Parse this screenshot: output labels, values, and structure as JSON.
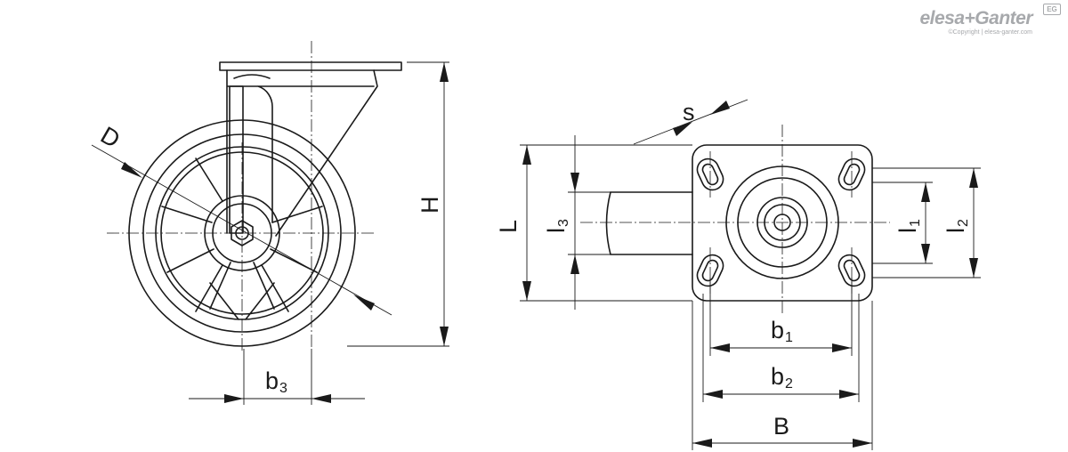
{
  "brand": {
    "name": "elesa+Ganter",
    "copyright": "©Copyright | elesa-ganter.com",
    "badge": "EG",
    "color": "#a7a9ac"
  },
  "dimensions": {
    "D": "D",
    "H": "H",
    "b3": {
      "main": "b",
      "sub": "3"
    },
    "s": "s",
    "L": "L",
    "l3": {
      "main": "l",
      "sub": "3"
    },
    "l1": {
      "main": "l",
      "sub": "1"
    },
    "l2": {
      "main": "l",
      "sub": "2"
    },
    "b1": {
      "main": "b",
      "sub": "1"
    },
    "b2": {
      "main": "b",
      "sub": "2"
    },
    "B": "B"
  }
}
